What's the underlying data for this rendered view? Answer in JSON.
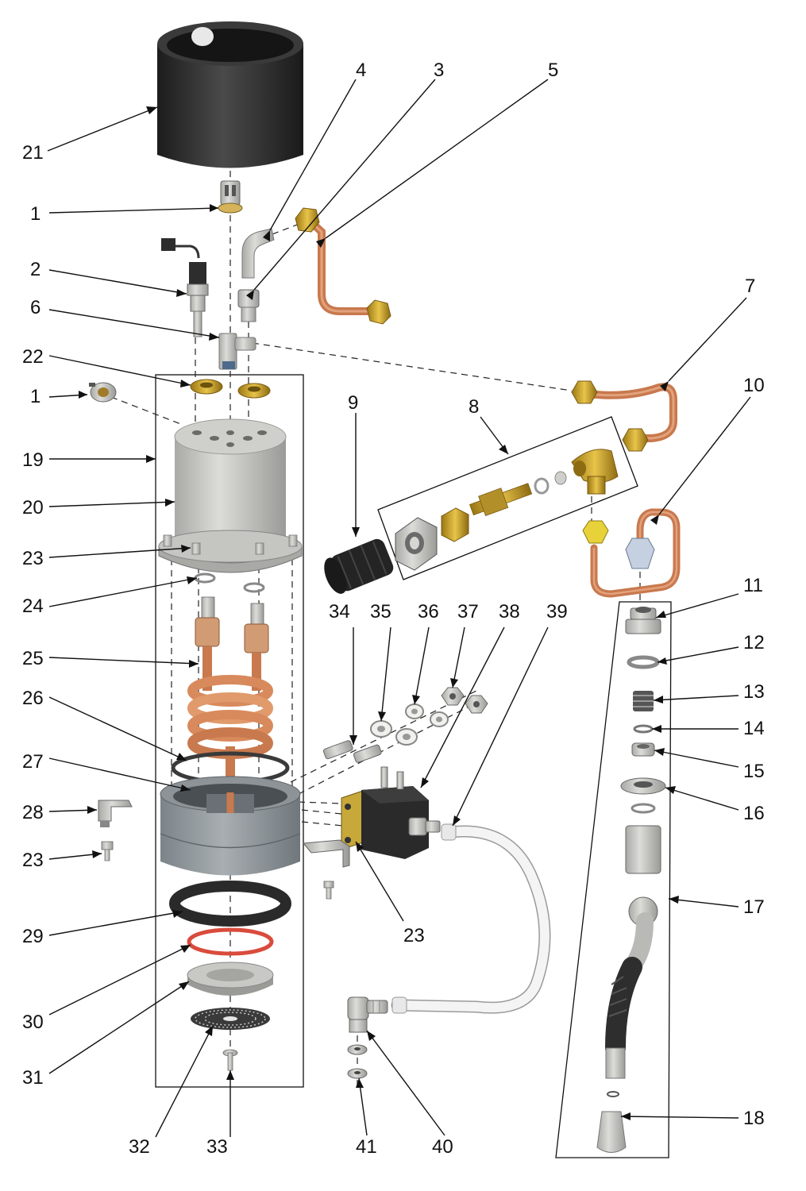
{
  "colors": {
    "copper": "#c8794e",
    "copper_light": "#e3a27c",
    "brass": "#d9b43a",
    "brass_dark": "#8d6b12",
    "steel": "#c9c9c5",
    "steel_dark": "#8a8a86",
    "black": "#2b2b2b",
    "red_ring": "#d94b3c",
    "tube": "#f1f1f1"
  },
  "callouts": [
    {
      "id": "c1a",
      "text": "1"
    },
    {
      "id": "c1b",
      "text": "1"
    },
    {
      "id": "c2",
      "text": "2"
    },
    {
      "id": "c3",
      "text": "3"
    },
    {
      "id": "c4",
      "text": "4"
    },
    {
      "id": "c5",
      "text": "5"
    },
    {
      "id": "c6",
      "text": "6"
    },
    {
      "id": "c7",
      "text": "7"
    },
    {
      "id": "c8",
      "text": "8"
    },
    {
      "id": "c9",
      "text": "9"
    },
    {
      "id": "c10",
      "text": "10"
    },
    {
      "id": "c11",
      "text": "11"
    },
    {
      "id": "c12",
      "text": "12"
    },
    {
      "id": "c13",
      "text": "13"
    },
    {
      "id": "c14",
      "text": "14"
    },
    {
      "id": "c15",
      "text": "15"
    },
    {
      "id": "c16",
      "text": "16"
    },
    {
      "id": "c17",
      "text": "17"
    },
    {
      "id": "c18",
      "text": "18"
    },
    {
      "id": "c19",
      "text": "19"
    },
    {
      "id": "c20",
      "text": "20"
    },
    {
      "id": "c21",
      "text": "21"
    },
    {
      "id": "c22",
      "text": "22"
    },
    {
      "id": "c23a",
      "text": "23"
    },
    {
      "id": "c23b",
      "text": "23"
    },
    {
      "id": "c23c",
      "text": "23"
    },
    {
      "id": "c24",
      "text": "24"
    },
    {
      "id": "c25",
      "text": "25"
    },
    {
      "id": "c26",
      "text": "26"
    },
    {
      "id": "c27",
      "text": "27"
    },
    {
      "id": "c28",
      "text": "28"
    },
    {
      "id": "c29",
      "text": "29"
    },
    {
      "id": "c30",
      "text": "30"
    },
    {
      "id": "c31",
      "text": "31"
    },
    {
      "id": "c32",
      "text": "32"
    },
    {
      "id": "c33",
      "text": "33"
    },
    {
      "id": "c34",
      "text": "34"
    },
    {
      "id": "c35",
      "text": "35"
    },
    {
      "id": "c36",
      "text": "36"
    },
    {
      "id": "c37",
      "text": "37"
    },
    {
      "id": "c38",
      "text": "38"
    },
    {
      "id": "c39",
      "text": "39"
    },
    {
      "id": "c40",
      "text": "40"
    },
    {
      "id": "c41",
      "text": "41"
    }
  ]
}
